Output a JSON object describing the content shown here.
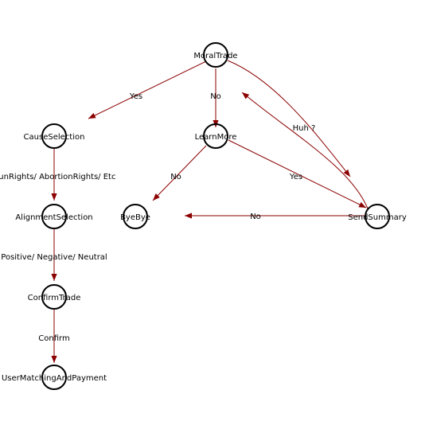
{
  "colors": {
    "edge": "#8b0000",
    "node_stroke": "#000000",
    "background": "#ffffff"
  },
  "nodes": {
    "moral_trade": "MoralTrade",
    "cause_selection": "CauseSelection",
    "learn_more": "LearnMore",
    "alignment_selection": "AlignmentSelection",
    "bye_bye": "ByeBye",
    "send_summary": "SendSummary",
    "confirm_trade": "ConfirmTrade",
    "user_matching_and_payment": "UserMatchingAndPayment"
  },
  "edges": {
    "moral_trade_to_cause_selection": "Yes",
    "moral_trade_to_learn_more": "No",
    "moral_trade_to_send_summary": "Huh ?",
    "learn_more_to_bye_bye": "No",
    "learn_more_to_send_summary": "Yes",
    "send_summary_to_bye_bye": "No",
    "cause_selection_to_alignment_selection": "GunRights/ AbortionRights/ Etc",
    "alignment_selection_to_confirm_trade": "Positive/ Negative/ Neutral",
    "confirm_trade_to_user_matching": "Confirm"
  }
}
